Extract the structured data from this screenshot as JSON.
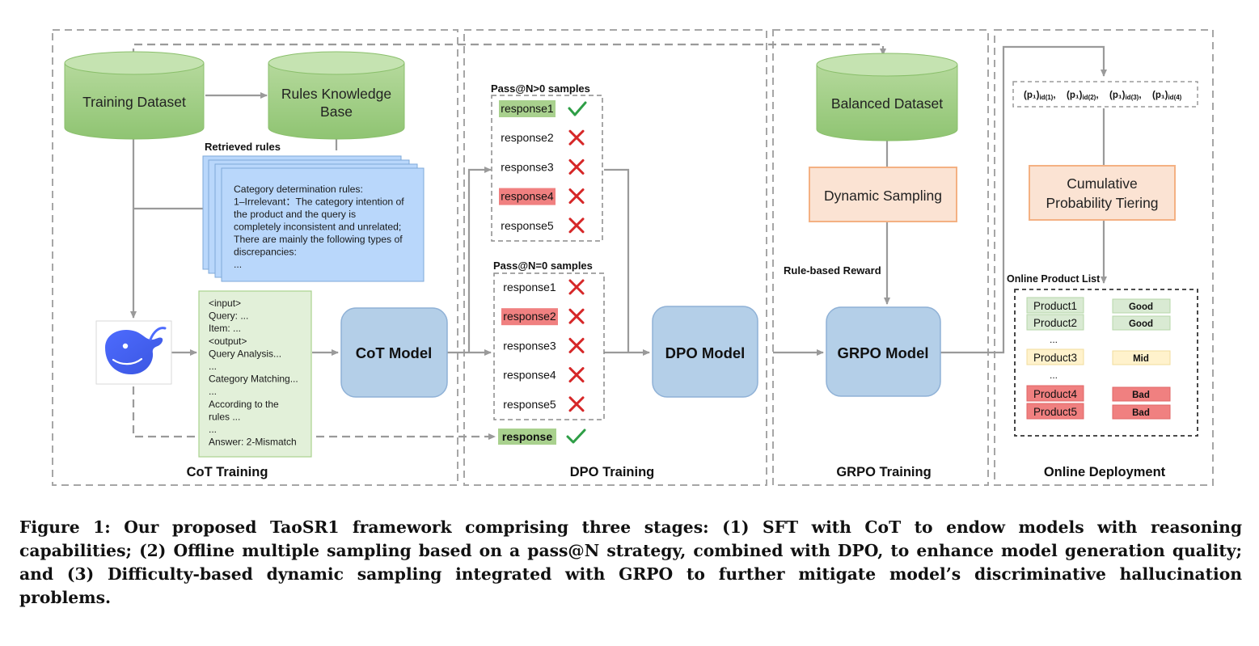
{
  "stages": {
    "cot": "CoT Training",
    "dpo": "DPO Training",
    "grpo": "GRPO Training",
    "online": "Online Deployment"
  },
  "cot": {
    "training_dataset": "Training Dataset",
    "rules_kb_line1": "Rules Knowledge",
    "rules_kb_line2": "Base",
    "retrieved_rules_label": "Retrieved rules",
    "rules_text": [
      "Category determination rules:",
      "1–Irrelevant：The category intention of",
      "the product and the query is",
      "completely inconsistent and unrelated;",
      "There are mainly the following types of",
      "discrepancies:",
      "..."
    ],
    "output_text": [
      "<input>",
      "Query: ...",
      "Item: ...",
      "<output>",
      "Query Analysis...",
      "...",
      "Category Matching...",
      "...",
      "According to the",
      "rules ...",
      "...",
      "Answer: 2-Mismatch"
    ],
    "model": "CoT Model"
  },
  "dpo": {
    "pass_gt0_label": "Pass@N>0 samples",
    "pass_gt0": [
      {
        "label": "response1",
        "mark": "check",
        "highlight": "green"
      },
      {
        "label": "response2",
        "mark": "cross",
        "highlight": "none"
      },
      {
        "label": "response3",
        "mark": "cross",
        "highlight": "none"
      },
      {
        "label": "response4",
        "mark": "cross",
        "highlight": "red"
      },
      {
        "label": "response5",
        "mark": "cross",
        "highlight": "none"
      }
    ],
    "pass_eq0_label": "Pass@N=0 samples",
    "pass_eq0": [
      {
        "label": "response1",
        "mark": "cross",
        "highlight": "none"
      },
      {
        "label": "response2",
        "mark": "cross",
        "highlight": "red"
      },
      {
        "label": "response3",
        "mark": "cross",
        "highlight": "none"
      },
      {
        "label": "response4",
        "mark": "cross",
        "highlight": "none"
      },
      {
        "label": "response5",
        "mark": "cross",
        "highlight": "none"
      }
    ],
    "extra_response": "response",
    "model": "DPO Model"
  },
  "grpo": {
    "balanced_dataset": "Balanced Dataset",
    "dynamic_sampling": "Dynamic Sampling",
    "reward_label": "Rule-based Reward",
    "model": "GRPO Model"
  },
  "online": {
    "prob_base": "(p₁)",
    "prob_subs": [
      "id(1)",
      "id(2)",
      "id(3)",
      "id(4)"
    ],
    "tiering_line1": "Cumulative",
    "tiering_line2": "Probability Tiering",
    "list_label": "Online Product List",
    "products": [
      {
        "name": "Product1",
        "tier": "Good"
      },
      {
        "name": "Product2",
        "tier": "Good"
      },
      {
        "name": "Product3",
        "tier": "Mid"
      },
      {
        "name": "Product4",
        "tier": "Bad"
      },
      {
        "name": "Product5",
        "tier": "Bad"
      }
    ],
    "ellipsis": "..."
  },
  "colors": {
    "cylinder_green": "#a9d18e",
    "model_blue": "#b4cfe8",
    "peach": "#fbe3d3",
    "good": "#d9ead3",
    "mid": "#fff2cc",
    "bad": "#f08080",
    "check": "#2e9e46",
    "cross": "#d62728",
    "dashed": "#a6a6a6"
  },
  "caption": [
    "Figure 1: Our proposed TaoSR1 framework comprising three stages: (1) SFT with CoT to endow models with reasoning",
    "capabilities; (2) Offline multiple sampling based on a pass@N strategy, combined with DPO, to enhance model generation quality;",
    "and (3) Difficulty-based dynamic sampling integrated with GRPO to further mitigate model’s discriminative hallucination",
    "problems."
  ]
}
